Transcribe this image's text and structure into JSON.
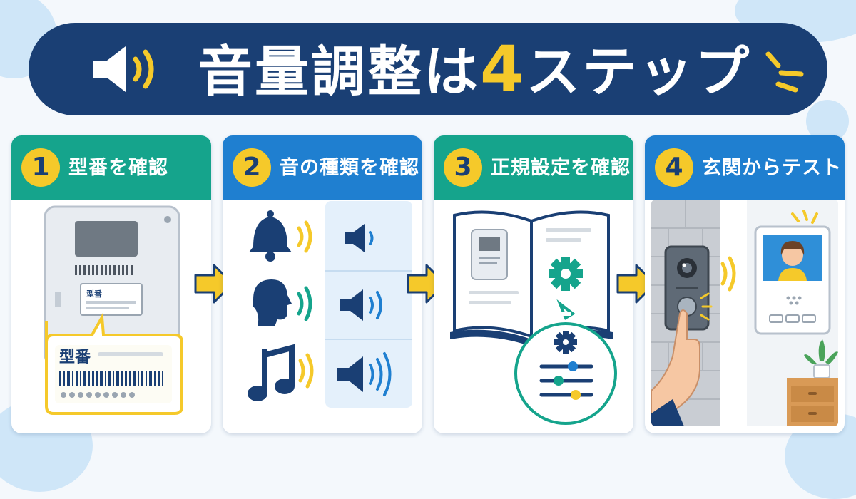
{
  "header": {
    "title_prefix": "音量調整は",
    "title_number": "4",
    "title_suffix": "ステップ",
    "icon": "speaker-icon"
  },
  "steps": [
    {
      "number": "1",
      "label": "型番を確認",
      "color": "#15a48c"
    },
    {
      "number": "2",
      "label": "音の種類を確認",
      "color": "#1f7fd0"
    },
    {
      "number": "3",
      "label": "正規設定を確認",
      "color": "#15a48c"
    },
    {
      "number": "4",
      "label": "玄関からテスト",
      "color": "#1f7fd0"
    }
  ],
  "step1": {
    "tag_label": "型番",
    "small_label": "型番"
  },
  "colors": {
    "navy": "#1a3f74",
    "yellow": "#f5c92a",
    "teal": "#15a48c",
    "blue": "#1f7fd0"
  }
}
